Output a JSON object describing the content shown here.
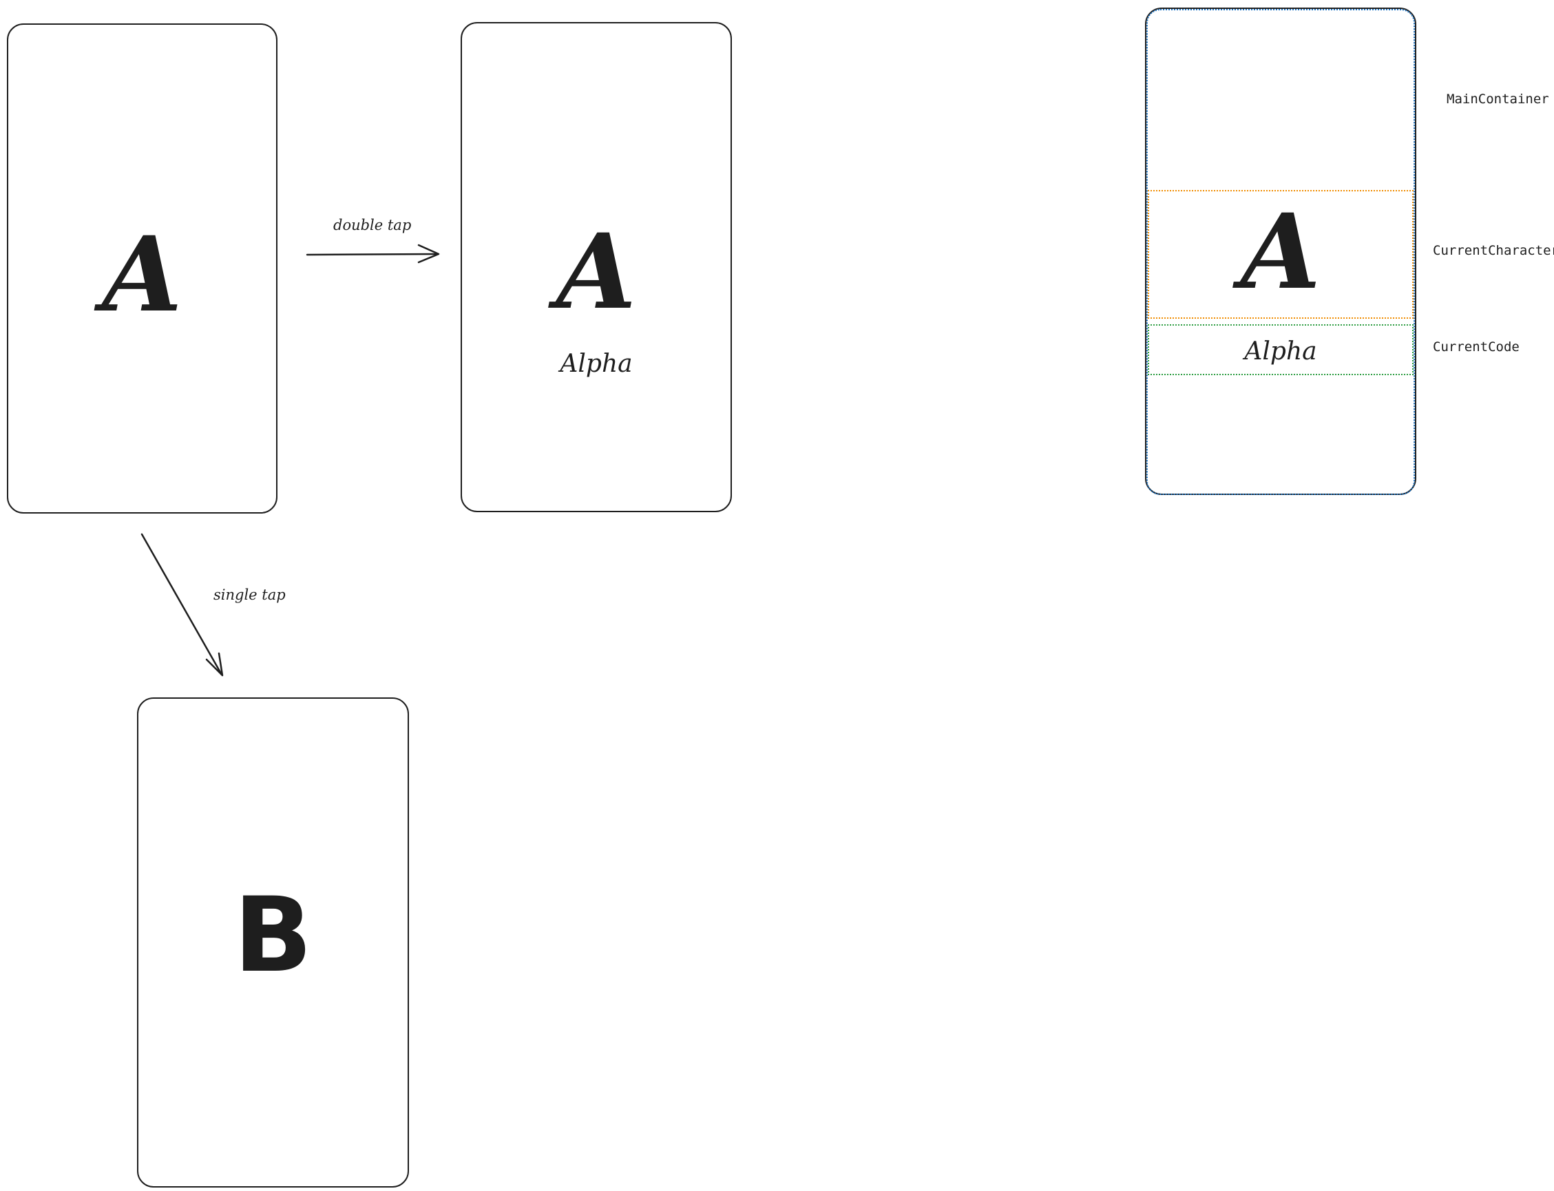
{
  "screens": {
    "start": {
      "character": "A"
    },
    "double_tap_result": {
      "character": "A",
      "code": "Alpha"
    },
    "single_tap_result": {
      "character": "B"
    }
  },
  "transitions": {
    "double_tap_label": "double tap",
    "single_tap_label": "single tap"
  },
  "layout_reference": {
    "character": "A",
    "code": "Alpha",
    "regions": {
      "main_container": "MainContainer",
      "current_character": "CurrentCharacter",
      "current_code": "CurrentCode"
    }
  },
  "colors": {
    "stroke": "#1e1e1e",
    "main_container_outline": "#1971c2",
    "current_character_outline": "#f08c00",
    "current_code_outline": "#2f9e44"
  }
}
